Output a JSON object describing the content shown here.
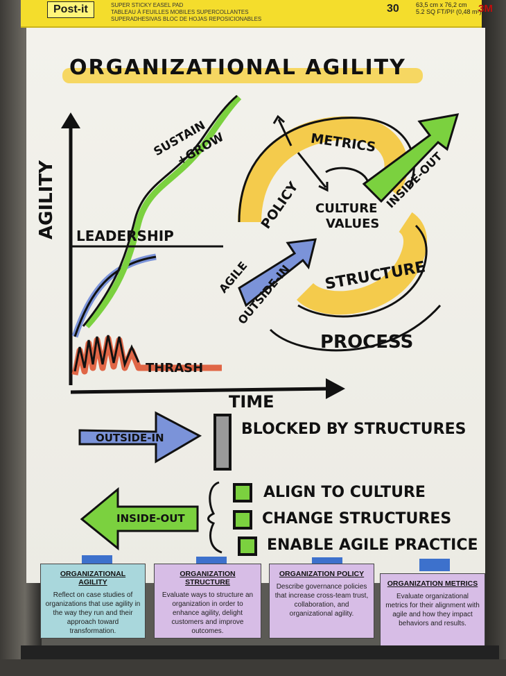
{
  "pad": {
    "brand": "Post-it",
    "sub1": "SUPER STICKY EASEL PAD",
    "sub2": "TABLEAU À FEUILLES MOBILES SUPERCOLLANTES",
    "sub3": "SUPERADHESIVAS BLOC DE HOJAS REPOSICIONABLES",
    "count": "30",
    "dims1": "63,5 cm x 76,2 cm",
    "dims2": "5.2 SQ FT/PI² (0,48 m²)",
    "maker": "3M"
  },
  "chart": {
    "title": "ORGANIZATIONAL AGILITY",
    "y_label": "AGILITY",
    "x_label": "TIME",
    "sustain": "SUSTAIN",
    "grow": "+GROW",
    "leadership": "LEADERSHIP",
    "thrash": "THRASH"
  },
  "cycle": {
    "metrics": "METRICS",
    "policy": "POLICY",
    "culture": "CULTURE",
    "values": "VALUES",
    "structure": "STRUCTURE",
    "process": "PROCESS",
    "agile": "AGILE",
    "outside_in": "OUTSIDE-IN",
    "inside_out": "INSIDE-OUT"
  },
  "legend": {
    "outside_in": "OUTSIDE-IN",
    "blocked": "BLOCKED BY STRUCTURES",
    "inside_out": "INSIDE-OUT",
    "items": [
      "ALIGN TO CULTURE",
      "CHANGE STRUCTURES",
      "ENABLE AGILE PRACTICE"
    ]
  },
  "cards": [
    {
      "title": "ORGANIZATIONAL AGILITY",
      "body": "Reflect on case studies of organizations that use agility in the way they run and their approach toward transformation.",
      "color": "#a9d7dc"
    },
    {
      "title": "ORGANIZATION STRUCTURE",
      "body": "Evaluate ways to structure an organization in order to enhance agility, delight customers and improve outcomes.",
      "color": "#d7bde6"
    },
    {
      "title": "ORGANIZATION POLICY",
      "body": "Describe governance policies that increase cross-team trust, collaboration, and organizational agility.",
      "color": "#d7bde6"
    },
    {
      "title": "ORGANIZATION METRICS",
      "body": "Evaluate organizational metrics for their alignment with agile and how they impact behaviors and results.",
      "color": "#d7bde6"
    }
  ],
  "colors": {
    "yellow": "#f4c430",
    "green": "#7bd13f",
    "blue": "#7b93d9",
    "red": "#e06646"
  }
}
